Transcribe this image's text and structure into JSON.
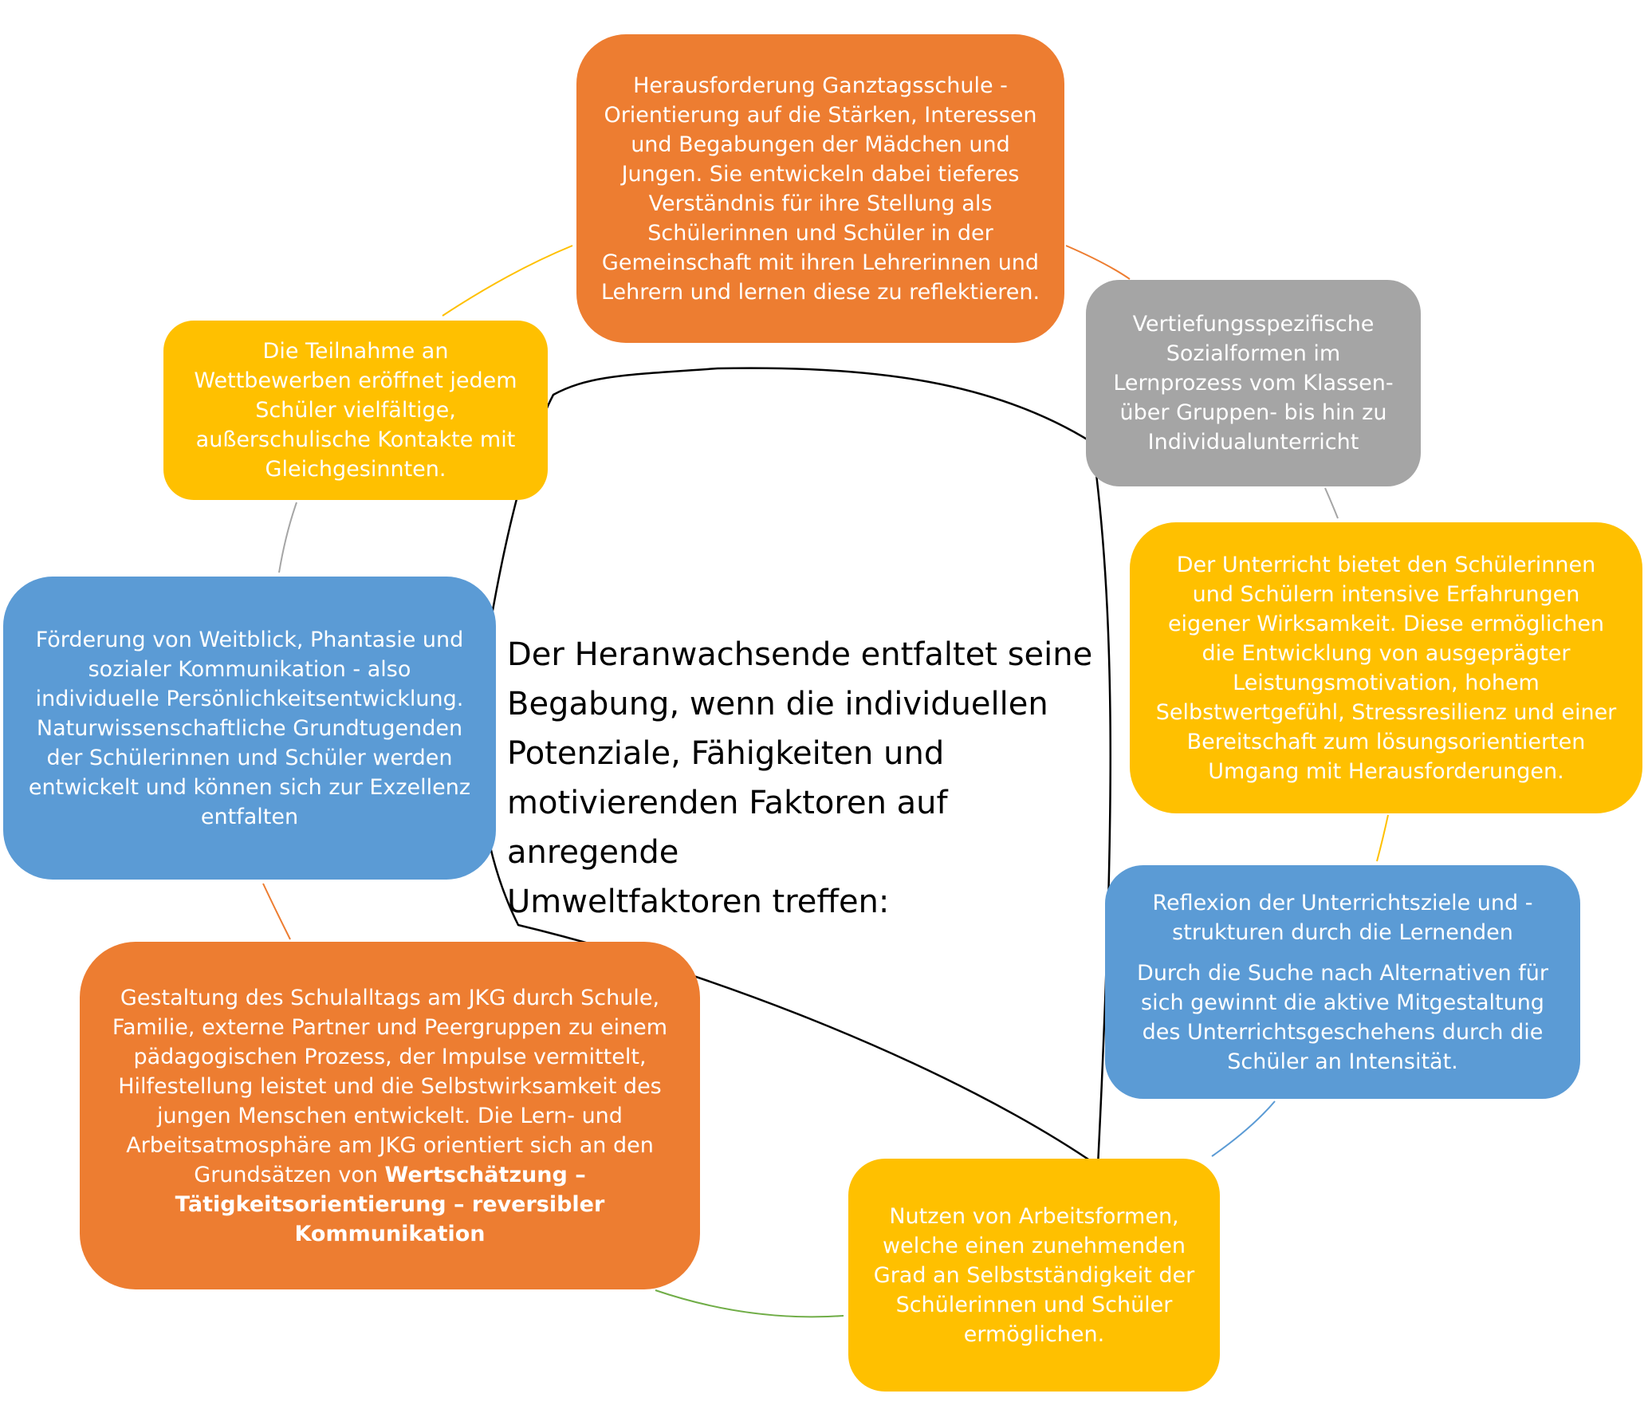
{
  "center": {
    "lines": [
      "Der Heranwachsende entfaltet seine",
      "Begabung, wenn die individuellen",
      "Potenziale, Fähigkeiten und",
      "motivierenden Faktoren auf anregende",
      "Umweltfaktoren treffen:"
    ]
  },
  "nodes": {
    "top": {
      "lines": [
        "Herausforderung Ganztagsschule -",
        "Orientierung auf die Stärken, Interessen",
        "und Begabungen der Mädchen und",
        "Jungen. Sie entwickeln dabei tieferes",
        "Verständnis für ihre Stellung als",
        "Schülerinnen und Schüler in der",
        "Gemeinschaft mit ihren Lehrerinnen und",
        "Lehrern und lernen diese zu reflektieren."
      ]
    },
    "gray": {
      "lines": [
        "Vertiefungsspezifische",
        "Sozialformen im",
        "Lernprozess vom Klassen-",
        "über Gruppen- bis hin zu",
        "Individualunterricht"
      ]
    },
    "gold_right": {
      "lines": [
        "Der Unterricht bietet den Schülerinnen",
        "und Schülern intensive Erfahrungen",
        "eigener Wirksamkeit. Diese ermöglichen",
        "die Entwicklung von ausgeprägter",
        "Leistungsmotivation, hohem",
        "Selbstwertgefühl, Stressresilienz und einer",
        "Bereitschaft zum lösungsorientierten",
        "Umgang mit Herausforderungen."
      ]
    },
    "blue_right": {
      "title_lines": [
        "Reflexion der Unterrichtsziele und -",
        "strukturen durch die Lernenden"
      ],
      "lines": [
        "Durch die Suche nach Alternativen für",
        "sich gewinnt die aktive Mitgestaltung",
        "des Unterrichtsgeschehens durch die",
        "Schüler an Intensität."
      ]
    },
    "gold_bottom": {
      "lines": [
        "Nutzen von Arbeitsformen,",
        "welche einen zunehmenden",
        "Grad an Selbstständigkeit der",
        "Schülerinnen und Schüler",
        "ermöglichen."
      ]
    },
    "orange_left": {
      "lines": [
        "Gestaltung des Schulalltags am JKG durch Schule,",
        "Familie, externe Partner und Peergruppen zu einem",
        "pädagogischen Prozess, der Impulse vermittelt,",
        "Hilfestellung leistet und die Selbstwirksamkeit des",
        "jungen Menschen entwickelt. Die Lern- und",
        "Arbeitsatmosphäre am JKG orientiert sich an den"
      ],
      "last_line_prefix": "Grundsätzen von ",
      "bold_lines": [
        "Wertschätzung –",
        "Tätigkeitsorientierung – reversibler",
        "Kommunikation"
      ]
    },
    "blue_left": {
      "lines": [
        "Förderung von Weitblick, Phantasie und",
        "sozialer Kommunikation - also",
        "individuelle Persönlichkeitsentwicklung.",
        "Naturwissenschaftliche Grundtugenden",
        "der Schülerinnen und Schüler werden",
        "entwickelt und können sich zur Exzellenz",
        "entfalten"
      ]
    },
    "gold_left": {
      "lines": [
        "Die Teilnahme an",
        "Wettbewerben eröffnet jedem",
        "Schüler vielfältige,",
        "außerschulische Kontakte mit",
        "Gleichgesinnten."
      ]
    }
  },
  "colors": {
    "orange": "#ED7D31",
    "gold": "#FFC000",
    "gray": "#A5A5A5",
    "blue": "#5B9BD5",
    "green": "#70AD47"
  }
}
